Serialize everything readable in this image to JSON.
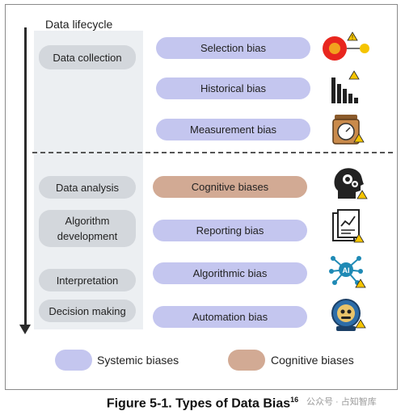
{
  "diagram": {
    "lifecycle_title": "Data lifecycle",
    "stages": [
      "Data collection",
      "Data analysis",
      "Algorithm development",
      "Interpretation",
      "Decision making"
    ],
    "biases": [
      {
        "label": "Selection bias",
        "kind": "systemic",
        "icon": "selection-icon"
      },
      {
        "label": "Historical bias",
        "kind": "systemic",
        "icon": "bar-chart-icon"
      },
      {
        "label": "Measurement bias",
        "kind": "systemic",
        "icon": "scale-icon"
      },
      {
        "label": "Cognitive biases",
        "kind": "cognitive",
        "icon": "head-gears-icon"
      },
      {
        "label": "Reporting bias",
        "kind": "systemic",
        "icon": "report-icon"
      },
      {
        "label": "Algorithmic bias",
        "kind": "systemic",
        "icon": "ai-network-icon"
      },
      {
        "label": "Automation bias",
        "kind": "systemic",
        "icon": "robot-icon"
      }
    ],
    "legend": {
      "systemic": "Systemic biases",
      "cognitive": "Cognitive biases"
    },
    "colors": {
      "systemic": "#c4c6ef",
      "cognitive": "#d2aa94",
      "stage": "#d3d7dc",
      "warning": "#f5c400"
    }
  },
  "caption": {
    "text": "Figure 5-1. Types of Data Bias",
    "footnote": "16"
  },
  "watermark": "公众号 · 占知智库"
}
